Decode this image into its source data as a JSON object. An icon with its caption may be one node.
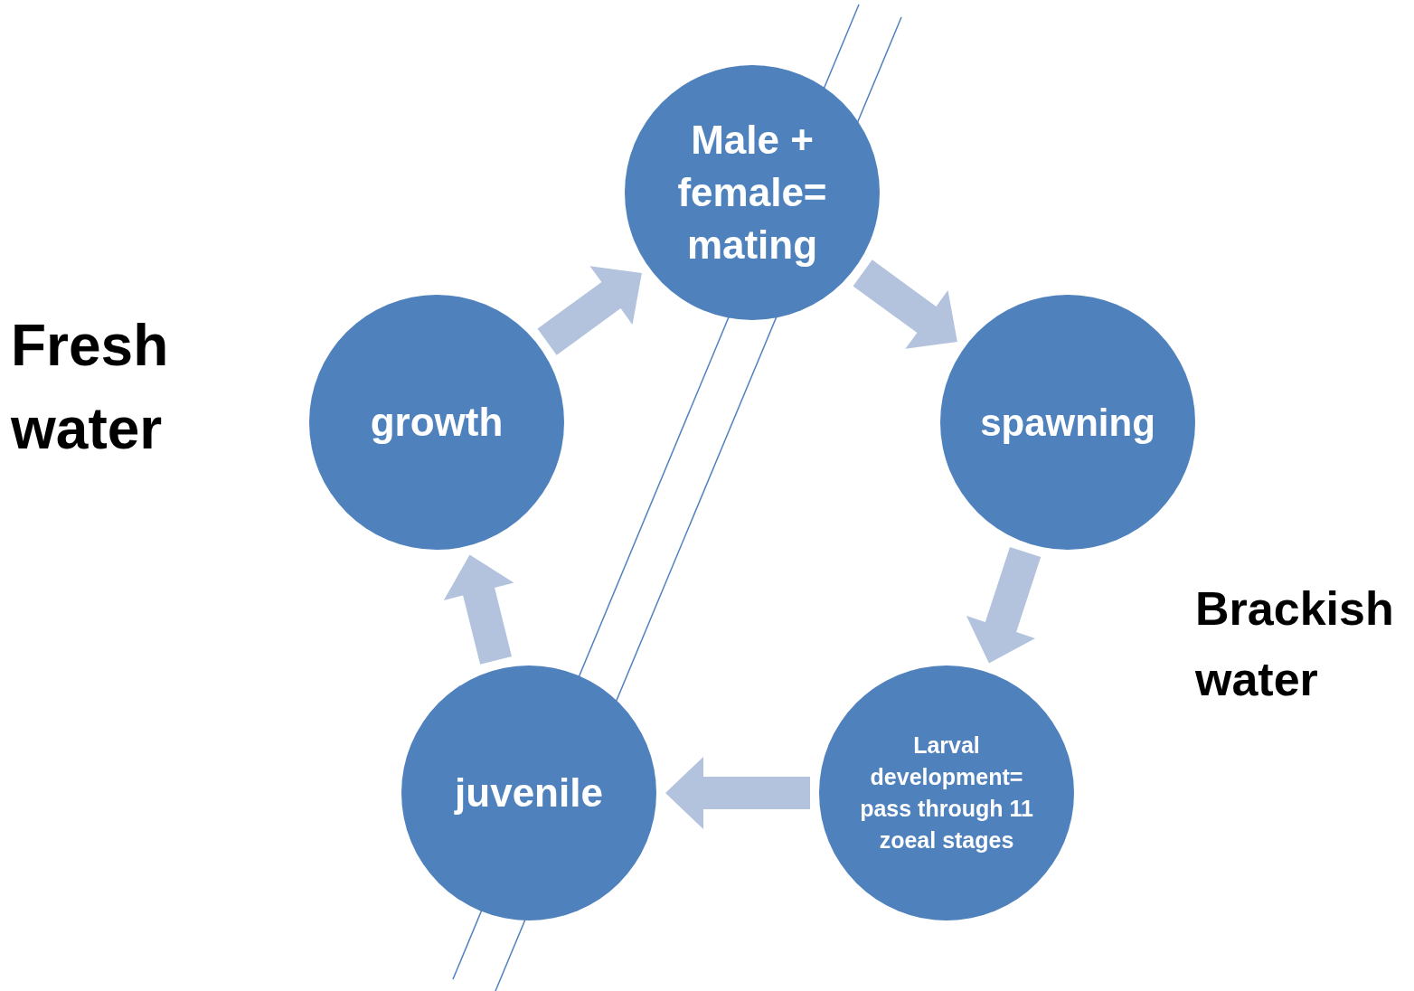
{
  "diagram": {
    "nodes": [
      {
        "text": [
          "Male + female= mating"
        ]
      },
      {
        "text": [
          "spawning"
        ]
      },
      {
        "text": [
          "Larval development= pass through 11 zoeal stages"
        ]
      },
      {
        "text": [
          "juvenile"
        ]
      },
      {
        "text": [
          "growth"
        ]
      }
    ],
    "edges": [
      {
        "from": 0,
        "to": 1,
        "arrow": "to"
      },
      {
        "from": 1,
        "to": 2,
        "arrow": "to"
      },
      {
        "from": 2,
        "to": 3,
        "arrow": "to"
      },
      {
        "from": 3,
        "to": 4,
        "arrow": "to"
      },
      {
        "from": 4,
        "to": 0,
        "arrow": "to"
      }
    ],
    "labels": [
      "Fresh water",
      "Brackish water"
    ]
  }
}
